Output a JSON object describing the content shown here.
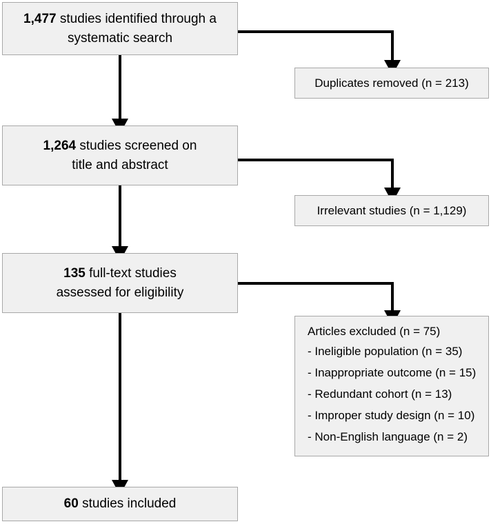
{
  "diagram": {
    "type": "prisma-flow-diagram",
    "background_color": "#ffffff",
    "box_fill": "#f0f0f0",
    "box_border": "#a8a8a8",
    "connector_color": "#000000"
  },
  "stages": [
    {
      "id": "identification",
      "count": "1,477",
      "line1_rest": " studies identified through a",
      "line2": "systematic search"
    },
    {
      "id": "screening",
      "count": "1,264",
      "line1_rest": " studies screened on",
      "line2": "title and abstract"
    },
    {
      "id": "eligibility",
      "count": "135",
      "line1_rest": " full-text studies",
      "line2": "assessed for eligibility"
    },
    {
      "id": "included",
      "count": "60",
      "line1_rest": " studies included"
    }
  ],
  "exclusions": {
    "duplicates": "Duplicates removed (n = 213)",
    "irrelevant": "Irrelevant studies (n = 1,129)",
    "articles_excluded_title": "Articles excluded (n = 75)",
    "reasons": [
      "- Ineligible population (n = 35)",
      "- Inappropriate outcome (n = 15)",
      "- Redundant cohort (n = 13)",
      "- Improper study design (n = 10)",
      "- Non-English language (n = 2)"
    ]
  }
}
